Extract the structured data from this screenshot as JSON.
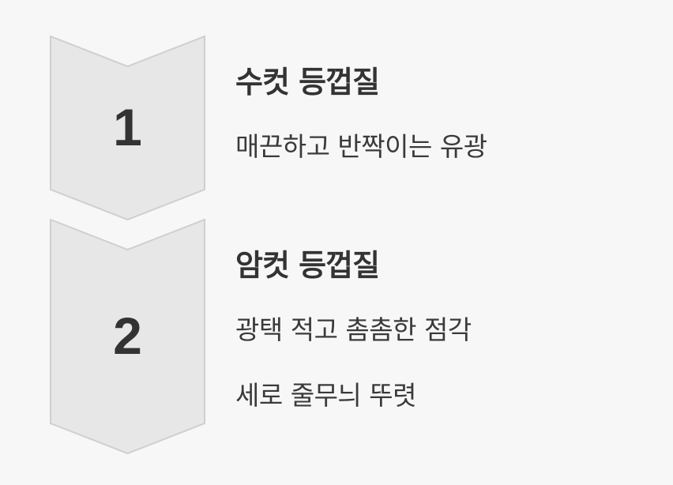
{
  "steps": [
    {
      "number": "1",
      "title": "수컷 등껍질",
      "descriptions": [
        "매끈하고 반짝이는 유광"
      ]
    },
    {
      "number": "2",
      "title": "암컷 등껍질",
      "descriptions": [
        "광택 적고 촘촘한 점각",
        "세로 줄무늬 뚜렷"
      ]
    }
  ],
  "colors": {
    "background": "#f7f7f7",
    "badge_fill": "#e7e7e7",
    "badge_stroke": "#cfcfcf",
    "text": "#333333"
  }
}
